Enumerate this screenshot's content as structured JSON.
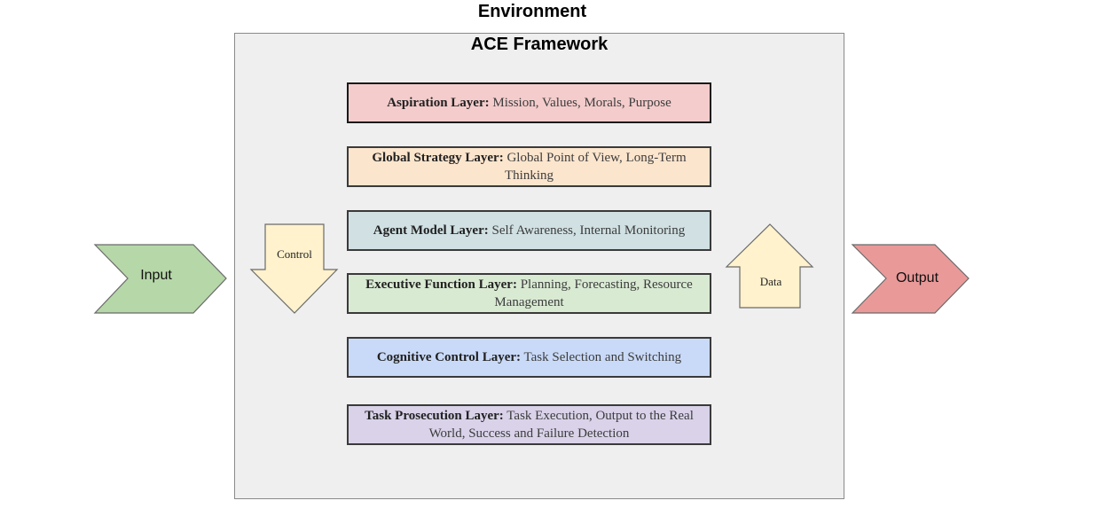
{
  "environment": {
    "title": "Environment"
  },
  "framework": {
    "title": "ACE Framework",
    "layers": [
      {
        "name": "Aspiration Layer:",
        "description": "Mission, Values, Morals, Purpose"
      },
      {
        "name": "Global Strategy Layer:",
        "description": "Global Point of View, Long-Term Thinking"
      },
      {
        "name": "Agent Model Layer:",
        "description": "Self Awareness, Internal Monitoring"
      },
      {
        "name": "Executive Function Layer:",
        "description": "Planning, Forecasting, Resource Management"
      },
      {
        "name": "Cognitive Control Layer:",
        "description": "Task Selection and Switching"
      },
      {
        "name": "Task Prosecution Layer:",
        "description": "Task Execution, Output to the Real World, Success and Failure Detection"
      }
    ]
  },
  "flows": {
    "input": "Input",
    "output": "Output",
    "control": "Control",
    "data": "Data"
  },
  "colors": {
    "input": "#b6d7a8",
    "output": "#ea9999",
    "arrow": "#fff2cc",
    "aspiration": "#f4cccc",
    "global_strategy": "#fce5cd",
    "agent_model": "#d0e0e3",
    "executive_function": "#d9ead3",
    "cognitive_control": "#c9daf8",
    "task_prosecution": "#d9d2e9"
  }
}
